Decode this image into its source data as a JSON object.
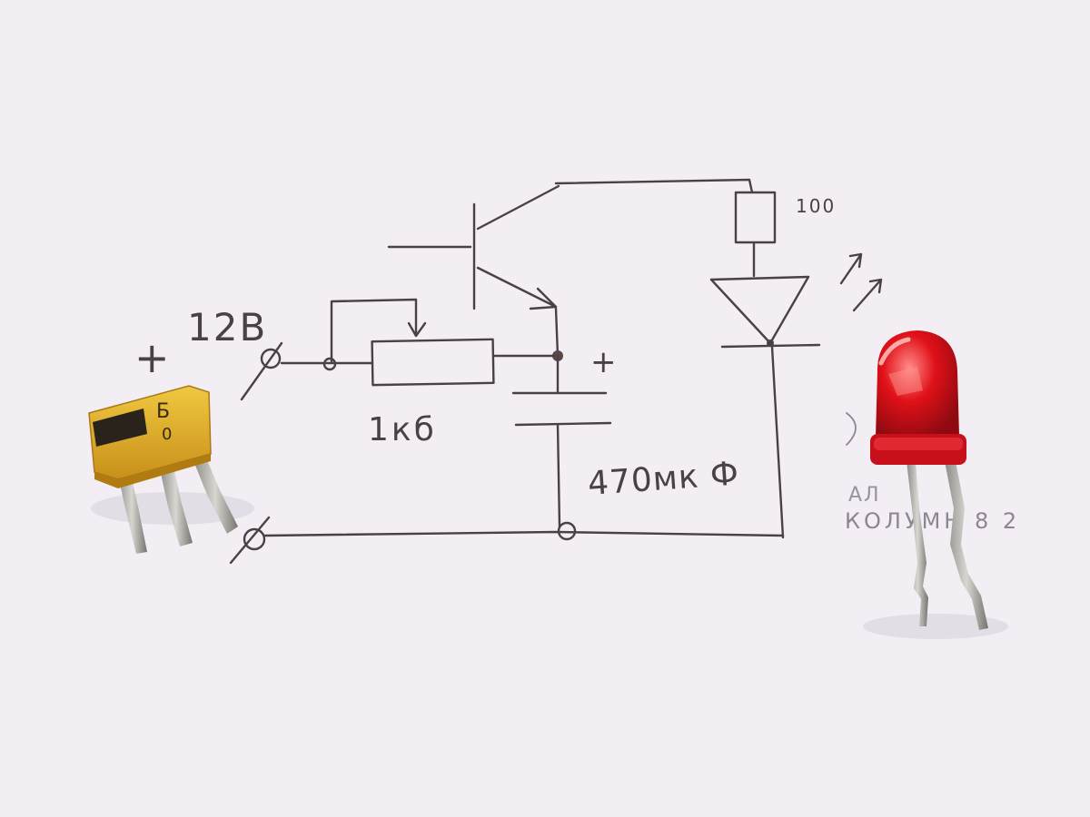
{
  "diagram": {
    "supply_plus": "+",
    "supply_voltage": "12В",
    "potentiometer_value": "1кб",
    "capacitor_plus": "+",
    "capacitor_value": "470мк Ф",
    "resistor_value": "100"
  },
  "photo_transistor": {
    "marking_top": "Б",
    "marking_bottom": "0",
    "body_color": "#e0ad22"
  },
  "photo_led": {
    "body_color": "#e01018",
    "pencil_note_line1": "АЛ",
    "pencil_note_line2": "КОЛУМН 8 2"
  },
  "colors": {
    "paper": "#f3eef4",
    "ink": "#4a4048"
  }
}
